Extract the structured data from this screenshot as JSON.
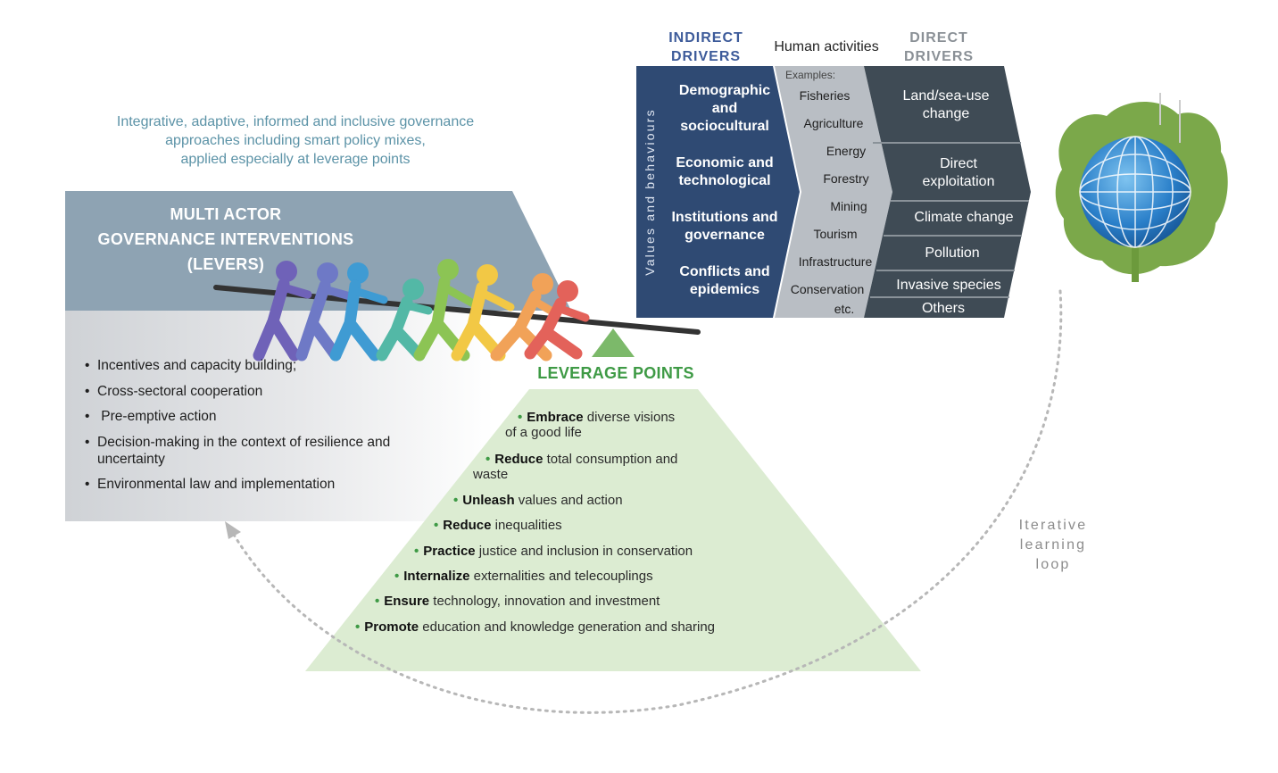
{
  "intro_lines": [
    "Integrative, adaptive, informed and inclusive governance",
    "approaches including smart policy mixes,",
    "applied especially at leverage points"
  ],
  "governance": {
    "title_lines": [
      "MULTI ACTOR",
      "GOVERNANCE INTERVENTIONS",
      "(LEVERS)"
    ],
    "levers": [
      "Incentives and capacity building;",
      "Cross-sectoral cooperation",
      " Pre-emptive action",
      "Decision-making in the context of resilience and uncertainty",
      "Environmental law and implementation"
    ]
  },
  "leverage_points": {
    "title": "LEVERAGE POINTS",
    "items": [
      {
        "bold": "Embrace",
        "rest": " diverse visions",
        "line2": "of a good life"
      },
      {
        "bold": "Reduce",
        "rest": " total consumption and",
        "line2": "waste"
      },
      {
        "bold": "Unleash",
        "rest": " values and action",
        "line2": ""
      },
      {
        "bold": "Reduce",
        "rest": " inequalities",
        "line2": ""
      },
      {
        "bold": "Practice",
        "rest": " justice and inclusion in conservation",
        "line2": ""
      },
      {
        "bold": "Internalize",
        "rest": " externalities and telecouplings",
        "line2": ""
      },
      {
        "bold": "Ensure",
        "rest": " technology, innovation and investment",
        "line2": ""
      },
      {
        "bold": "Promote",
        "rest": " education and knowledge generation and sharing",
        "line2": ""
      }
    ]
  },
  "drivers": {
    "indirect_heading_lines": [
      "INDIRECT",
      "DRIVERS"
    ],
    "human_activities_heading": "Human activities",
    "direct_heading_lines": [
      "DIRECT",
      "DRIVERS"
    ],
    "values_label": "Values and behaviours",
    "indirect": [
      [
        "Demographic",
        "and",
        "sociocultural"
      ],
      [
        "Economic and",
        "technological"
      ],
      [
        "Institutions and",
        "governance"
      ],
      [
        "Conflicts and",
        "epidemics"
      ]
    ],
    "examples_label": "Examples:",
    "activities": [
      "Fisheries",
      "Agriculture",
      "Energy",
      "Forestry",
      "Mining",
      "Tourism",
      "Infrastructure",
      "Conservation",
      "etc."
    ],
    "direct": [
      [
        "Land/sea-use",
        "change"
      ],
      [
        "Direct",
        "exploitation"
      ],
      [
        "Climate change"
      ],
      [
        "Pollution"
      ],
      [
        "Invasive species"
      ],
      [
        "Others"
      ]
    ]
  },
  "loop_label_lines": [
    "Iterative",
    "learning",
    "loop"
  ],
  "colors": {
    "indirect_blue": "#2f4a73",
    "human_grey": "#b9bec4",
    "direct_dark": "#3f4b55",
    "leverage_green": "#3e9a45",
    "pyramid_fill": "#dcecd2",
    "gov_panel": "#8ea3b3"
  },
  "figures": [
    {
      "name": "figure-purple",
      "color": "#6f62b8"
    },
    {
      "name": "figure-indigo",
      "color": "#6e79c6"
    },
    {
      "name": "figure-blue",
      "color": "#3f9bd3"
    },
    {
      "name": "figure-teal",
      "color": "#53b8a6"
    },
    {
      "name": "figure-green",
      "color": "#8cc454"
    },
    {
      "name": "figure-yellow",
      "color": "#f2c845"
    },
    {
      "name": "figure-orange",
      "color": "#f1a258"
    },
    {
      "name": "figure-red",
      "color": "#e3625a"
    }
  ]
}
